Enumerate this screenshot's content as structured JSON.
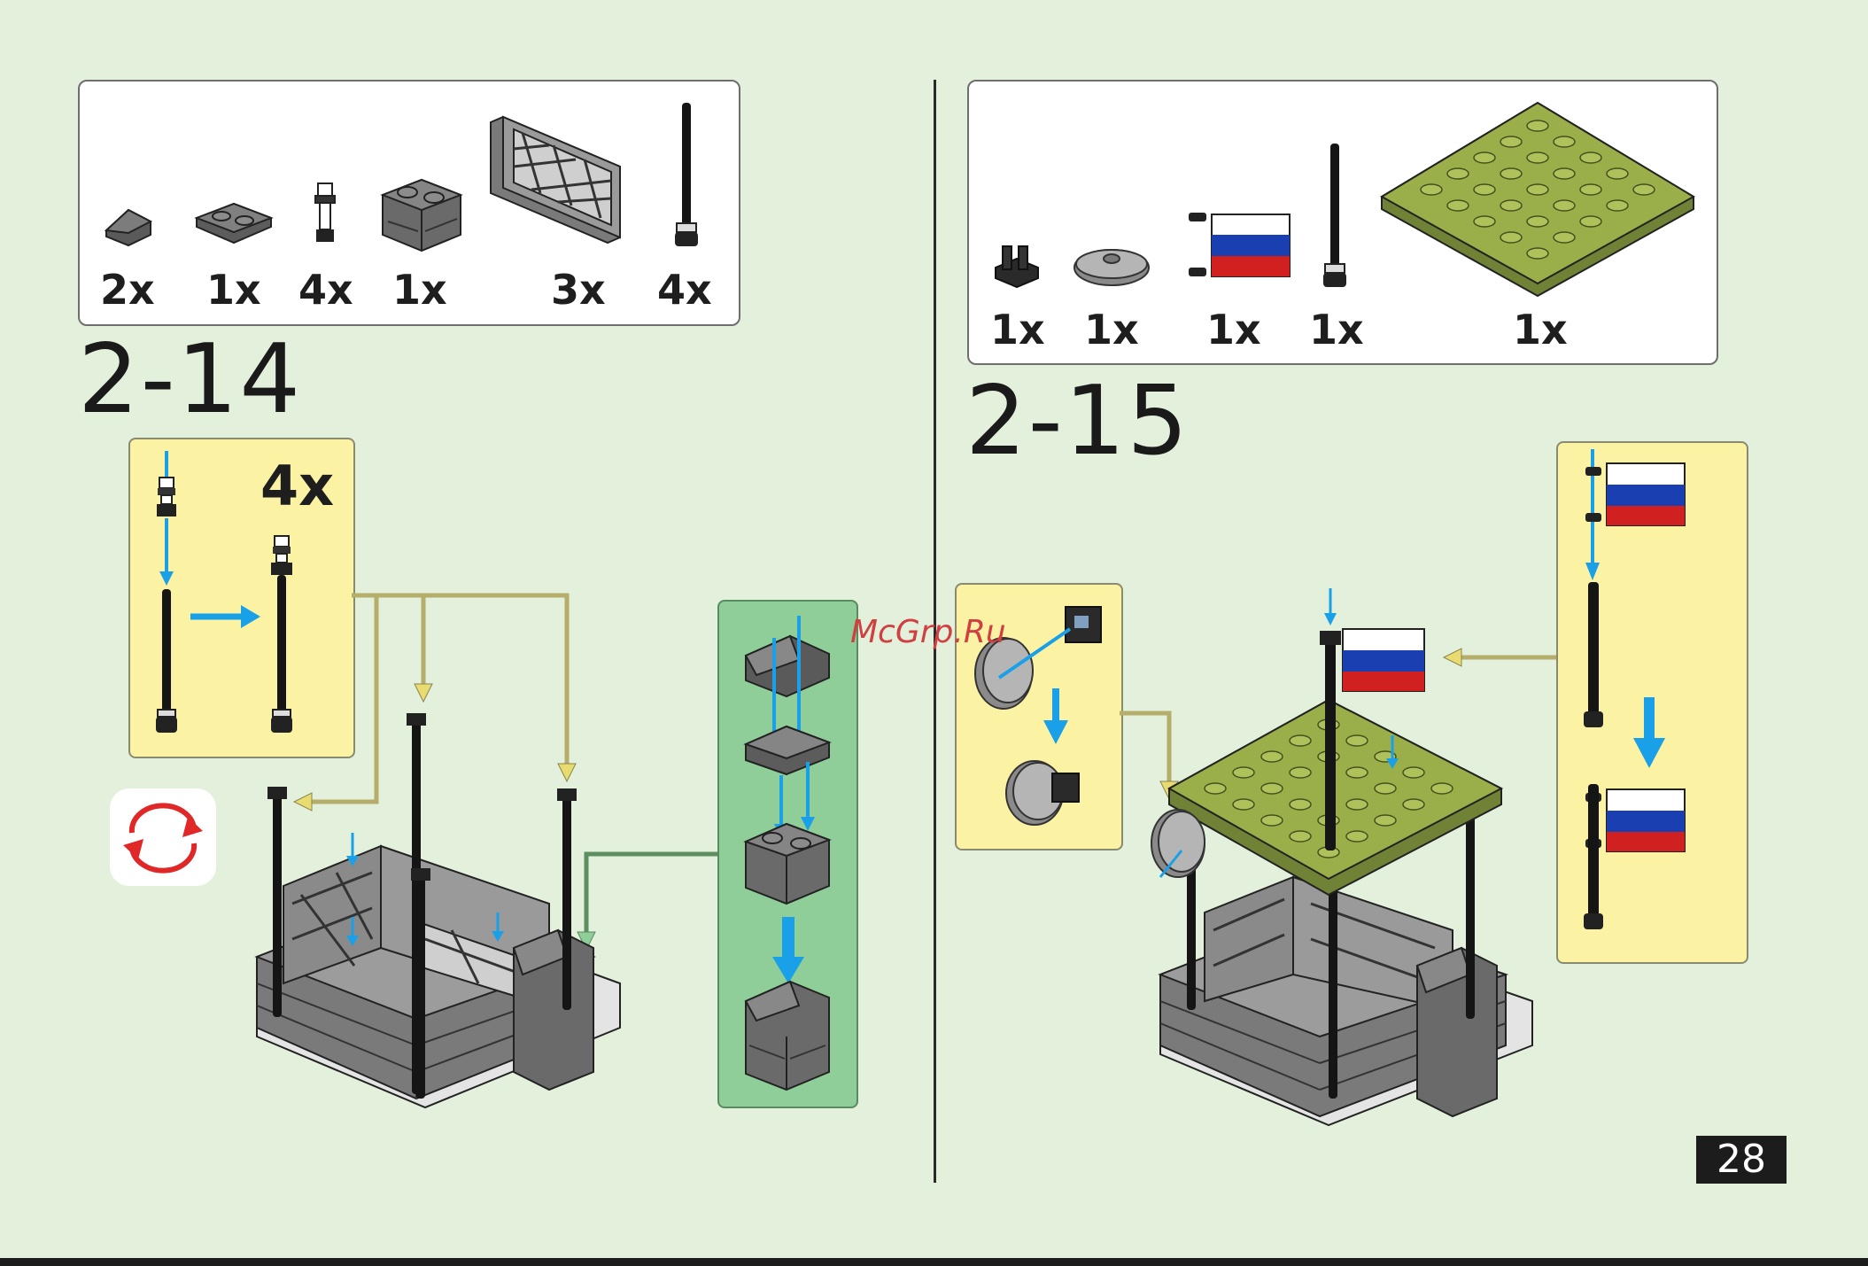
{
  "step_left": {
    "number": "2-14",
    "parts": [
      {
        "qty": "2x",
        "icon": "dark-gray-slope-icon"
      },
      {
        "qty": "1x",
        "icon": "dark-gray-plate-1x2-icon"
      },
      {
        "qty": "4x",
        "icon": "pole-connector-icon"
      },
      {
        "qty": "1x",
        "icon": "brick-masonry-icon"
      },
      {
        "qty": "3x",
        "icon": "lattice-fence-icon"
      },
      {
        "qty": "4x",
        "icon": "black-pole-icon"
      }
    ],
    "subassembly_qty": "4x"
  },
  "step_right": {
    "number": "2-15",
    "parts": [
      {
        "qty": "1x",
        "icon": "clip-icon"
      },
      {
        "qty": "1x",
        "icon": "round-dish-icon"
      },
      {
        "qty": "1x",
        "icon": "russian-flag-icon"
      },
      {
        "qty": "1x",
        "icon": "black-pole-icon"
      },
      {
        "qty": "1x",
        "icon": "olive-plate-6x6-icon"
      }
    ]
  },
  "watermark": "McGrp.Ru",
  "page_number": "28",
  "colors": {
    "background": "#e3f0dc",
    "subassembly_yellow": "#fbf3a3",
    "subassembly_green": "#8fce98",
    "arrow_blue": "#1aa0e8",
    "olive_plate": "#9aaf4a",
    "brick_gray": "#7a7a7a",
    "flag_white": "#ffffff",
    "flag_blue": "#1a3fb0",
    "flag_red": "#d02020"
  }
}
